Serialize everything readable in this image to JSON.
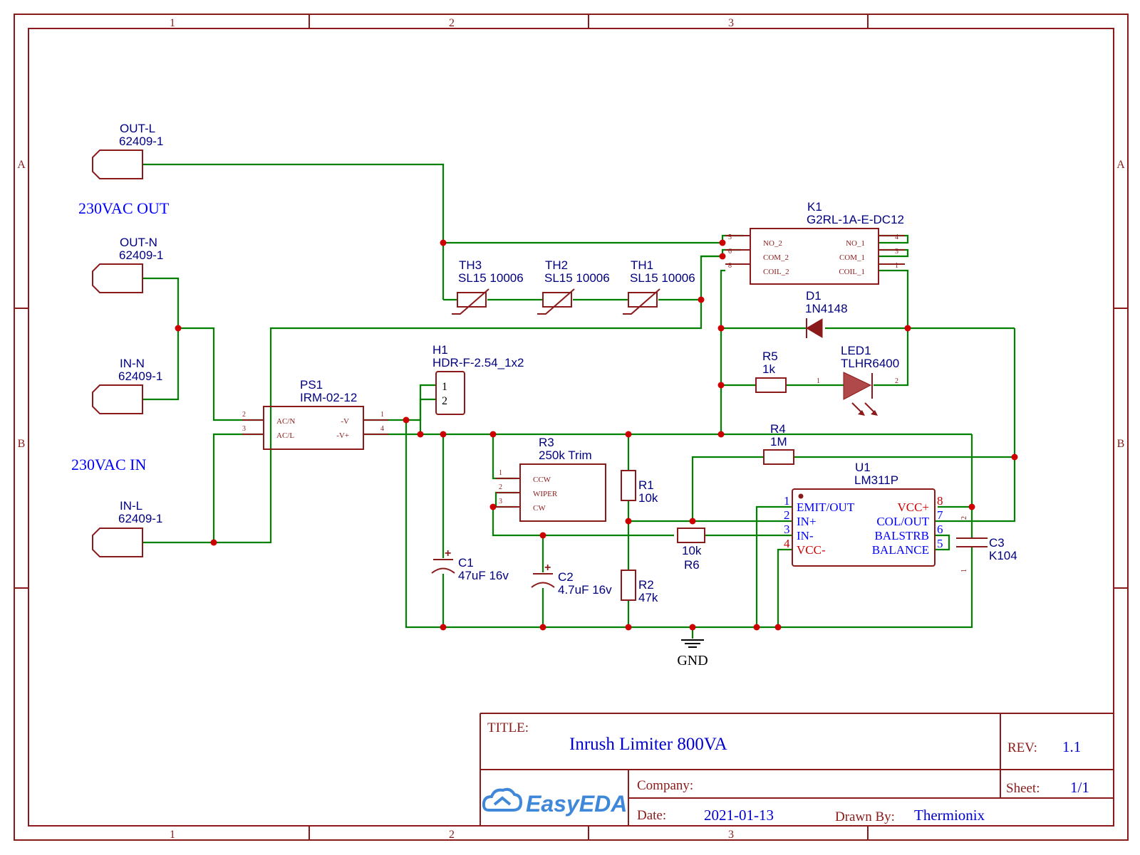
{
  "zones": {
    "cols": [
      "1",
      "2",
      "3"
    ],
    "rows": [
      "A",
      "B"
    ]
  },
  "connectors": [
    {
      "ref": "OUT-L",
      "value": "62409-1"
    },
    {
      "ref": "OUT-N",
      "value": "62409-1"
    },
    {
      "ref": "IN-N",
      "value": "62409-1"
    },
    {
      "ref": "IN-L",
      "value": "62409-1"
    }
  ],
  "labels": {
    "out": "230VAC OUT",
    "in": "230VAC IN",
    "gnd": "GND"
  },
  "relay": {
    "ref": "K1",
    "value": "G2RL-1A-E-DC12",
    "pins_left": [
      {
        "num": "5",
        "name": "NO_2"
      },
      {
        "num": "6",
        "name": "COM_2"
      },
      {
        "num": "8",
        "name": "COIL_2"
      }
    ],
    "pins_right": [
      {
        "num": "4",
        "name": "NO_1"
      },
      {
        "num": "3",
        "name": "COM_1"
      },
      {
        "num": "1",
        "name": "COIL_1"
      }
    ]
  },
  "thermistors": [
    {
      "ref": "TH3",
      "value": "SL15 10006"
    },
    {
      "ref": "TH2",
      "value": "SL15 10006"
    },
    {
      "ref": "TH1",
      "value": "SL15 10006"
    }
  ],
  "diode": {
    "ref": "D1",
    "value": "1N4148"
  },
  "led": {
    "ref": "LED1",
    "value": "TLHR6400",
    "pin1": "1",
    "pin2": "2"
  },
  "r5": {
    "ref": "R5",
    "value": "1k"
  },
  "r4": {
    "ref": "R4",
    "value": "1M"
  },
  "header": {
    "ref": "H1",
    "value": "HDR-F-2.54_1x2",
    "pins": [
      "1",
      "2"
    ]
  },
  "psu": {
    "ref": "PS1",
    "value": "IRM-02-12",
    "pins_left": [
      {
        "num": "2",
        "name": "AC/N"
      },
      {
        "num": "3",
        "name": "AC/L"
      }
    ],
    "pins_right": [
      {
        "num": "1",
        "name": "-V"
      },
      {
        "num": "4",
        "name": "-V+"
      }
    ]
  },
  "trim": {
    "ref": "R3",
    "value": "250k Trim",
    "pins": [
      {
        "num": "1",
        "name": "CCW"
      },
      {
        "num": "2",
        "name": "WIPER"
      },
      {
        "num": "3",
        "name": "CW"
      }
    ]
  },
  "r1": {
    "ref": "R1",
    "value": "10k"
  },
  "r2": {
    "ref": "R2",
    "value": "47k"
  },
  "r6": {
    "ref": "R6",
    "value": "10k"
  },
  "c1": {
    "ref": "C1",
    "value": "47uF 16v"
  },
  "c2": {
    "ref": "C2",
    "value": "4.7uF 16v"
  },
  "c3": {
    "ref": "C3",
    "value": "K104",
    "pin_top": "2",
    "pin_bot": "1"
  },
  "u1": {
    "ref": "U1",
    "value": "LM311P",
    "pins_left": [
      {
        "num": "1",
        "name": "EMIT/OUT"
      },
      {
        "num": "2",
        "name": "IN+"
      },
      {
        "num": "3",
        "name": "IN-"
      },
      {
        "num": "4",
        "name": "VCC-"
      }
    ],
    "pins_right": [
      {
        "num": "8",
        "name": "VCC+"
      },
      {
        "num": "7",
        "name": "COL/OUT"
      },
      {
        "num": "6",
        "name": "BALSTRB"
      },
      {
        "num": "5",
        "name": "BALANCE"
      }
    ]
  },
  "title_block": {
    "title_label": "TITLE:",
    "title": "Inrush Limiter 800VA",
    "rev_label": "REV:",
    "rev": "1.1",
    "company_label": "Company:",
    "company": "",
    "sheet_label": "Sheet:",
    "sheet": "1/1",
    "date_label": "Date:",
    "date": "2021-01-13",
    "drawn_label": "Drawn By:",
    "drawn": "Thermionix",
    "logo": "EasyEDA"
  },
  "colors": {
    "frame": "#8b1a1a",
    "wire": "#008000",
    "junction": "#cc0000",
    "ref": "#000080",
    "value": "#0000cc"
  }
}
